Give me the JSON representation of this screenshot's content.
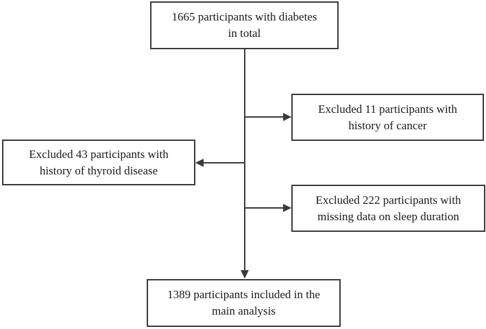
{
  "flowchart": {
    "total": {
      "line1": "1665 participants with diabetes",
      "line2": "in total"
    },
    "exclusions": [
      {
        "line1": "Excluded 11 participants with",
        "line2": "history of cancer"
      },
      {
        "line1": "Excluded 43 participants with",
        "line2": "history of thyroid disease"
      },
      {
        "line1": "Excluded 222 participants with",
        "line2": "missing data on sleep duration"
      }
    ],
    "included": {
      "line1": "1389 participants included in the",
      "line2": "main analysis"
    }
  },
  "colors": {
    "line": "#3a3a3a",
    "text": "#1a1a1a"
  }
}
